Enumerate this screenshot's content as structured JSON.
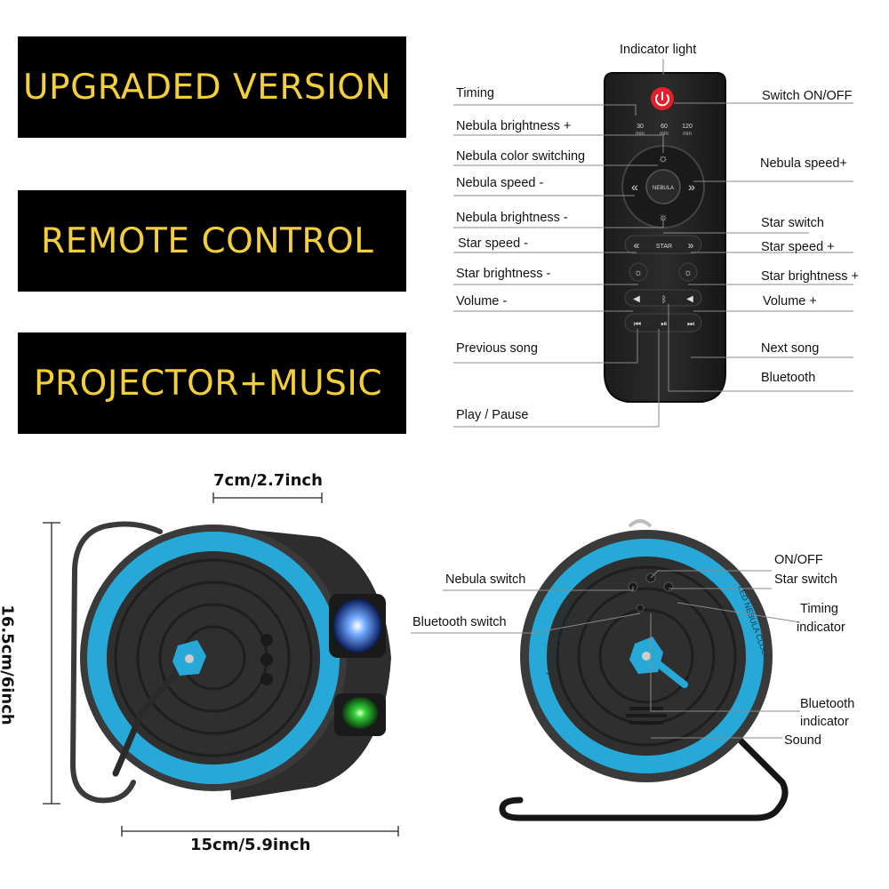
{
  "banners": {
    "upgraded": "UPGRADED VERSION",
    "remote": "REMOTE CONTROL",
    "projector": "PROJECTOR+MUSIC"
  },
  "remote_labels": {
    "indicator_light": "Indicator light",
    "timing": "Timing",
    "switch_on_off": "Switch ON/OFF",
    "nebula_brightness_plus": "Nebula brightness +",
    "nebula_color_switching": "Nebula color switching",
    "nebula_speed_plus": "Nebula speed+",
    "nebula_speed_minus": "Nebula speed -",
    "nebula_brightness_minus": "Nebula brightness -",
    "star_switch": "Star switch",
    "star_speed_minus": "Star speed -",
    "star_speed_plus": "Star speed +",
    "star_brightness_minus": "Star brightness -",
    "star_brightness_plus": "Star brightness +",
    "volume_minus": "Volume -",
    "volume_plus": "Volume +",
    "previous_song": "Previous song",
    "next_song": "Next song",
    "bluetooth": "Bluetooth",
    "play_pause": "Play / Pause"
  },
  "remote_buttons": {
    "t30": "30",
    "t60": "60",
    "t120": "120",
    "min": "min",
    "nebula": "NEBULA",
    "star": "STAR"
  },
  "dimensions": {
    "width_top": "7cm/2.7inch",
    "height": "16.5cm/6inch",
    "width_bottom": "15cm/5.9inch"
  },
  "device_labels": {
    "on_off": "ON/OFF",
    "nebula_switch": "Nebula switch",
    "star_switch": "Star switch",
    "bluetooth_switch": "Bluetooth switch",
    "timing_indicator_1": "Timing",
    "timing_indicator_2": "indicator",
    "bluetooth_indicator_1": "Bluetooth",
    "bluetooth_indicator_2": "indicator",
    "sound": "Sound"
  },
  "device_text": {
    "ring_left": "LASER PROJECTOR",
    "ring_right": "LED NEBULA CLOUD"
  },
  "colors": {
    "banner_bg": "#000000",
    "banner_text": "#f2cf3b",
    "accent_blue": "#27a9d8",
    "power_red": "#e0202a"
  }
}
